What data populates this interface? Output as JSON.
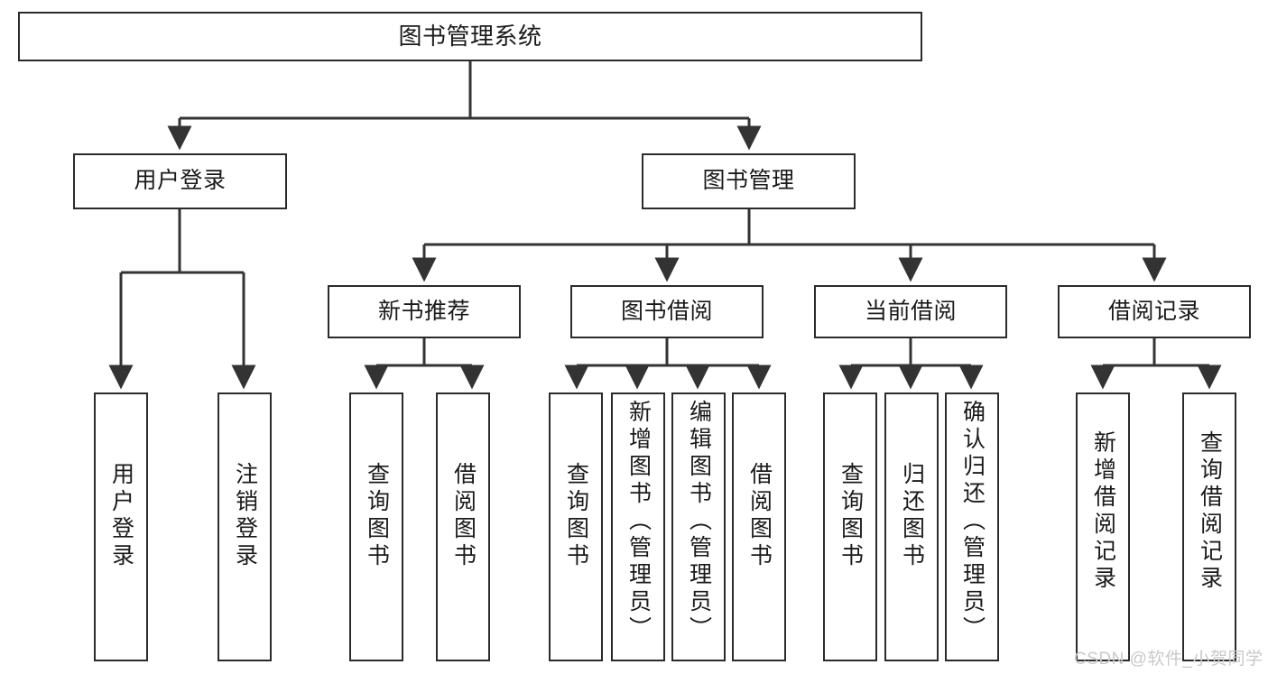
{
  "diagram": {
    "title": "图书管理系统",
    "type": "hierarchy-tree",
    "root": {
      "id": "root",
      "label": "图书管理系统"
    },
    "level2": [
      {
        "id": "user-login",
        "label": "用户登录"
      },
      {
        "id": "book-manage",
        "label": "图书管理"
      }
    ],
    "level3": [
      {
        "id": "new-book-recommend",
        "label": "新书推荐"
      },
      {
        "id": "book-borrow",
        "label": "图书借阅"
      },
      {
        "id": "current-borrow",
        "label": "当前借阅"
      },
      {
        "id": "borrow-record",
        "label": "借阅记录"
      }
    ],
    "leaves": {
      "user_login": [
        {
          "id": "leaf-user-login",
          "label": "用户登录"
        },
        {
          "id": "leaf-logout-login",
          "label": "注销登录"
        }
      ],
      "new_book_recommend": [
        {
          "id": "leaf-query-book-1",
          "label": "查询图书"
        },
        {
          "id": "leaf-borrow-book-1",
          "label": "借阅图书"
        }
      ],
      "book_borrow": [
        {
          "id": "leaf-query-book-2",
          "label": "查询图书"
        },
        {
          "id": "leaf-add-book",
          "label": "新增图书（管理员）"
        },
        {
          "id": "leaf-edit-book",
          "label": "编辑图书（管理员）"
        },
        {
          "id": "leaf-borrow-book-2",
          "label": "借阅图书"
        }
      ],
      "current_borrow": [
        {
          "id": "leaf-query-book-3",
          "label": "查询图书"
        },
        {
          "id": "leaf-return-book",
          "label": "归还图书"
        },
        {
          "id": "leaf-confirm-return",
          "label": "确认归还（管理员）"
        }
      ],
      "borrow_record": [
        {
          "id": "leaf-add-record",
          "label": "新增借阅记录"
        },
        {
          "id": "leaf-query-record",
          "label": "查询借阅记录"
        }
      ]
    }
  },
  "watermark": {
    "text": "CSDN @软件_小贺同学"
  },
  "colors": {
    "box_border": "#2b2b2b",
    "box_fill": "#ffffff",
    "edge": "#333333",
    "text": "#1a1a1a",
    "watermark": "#c9c9c9",
    "background": "#ffffff"
  }
}
